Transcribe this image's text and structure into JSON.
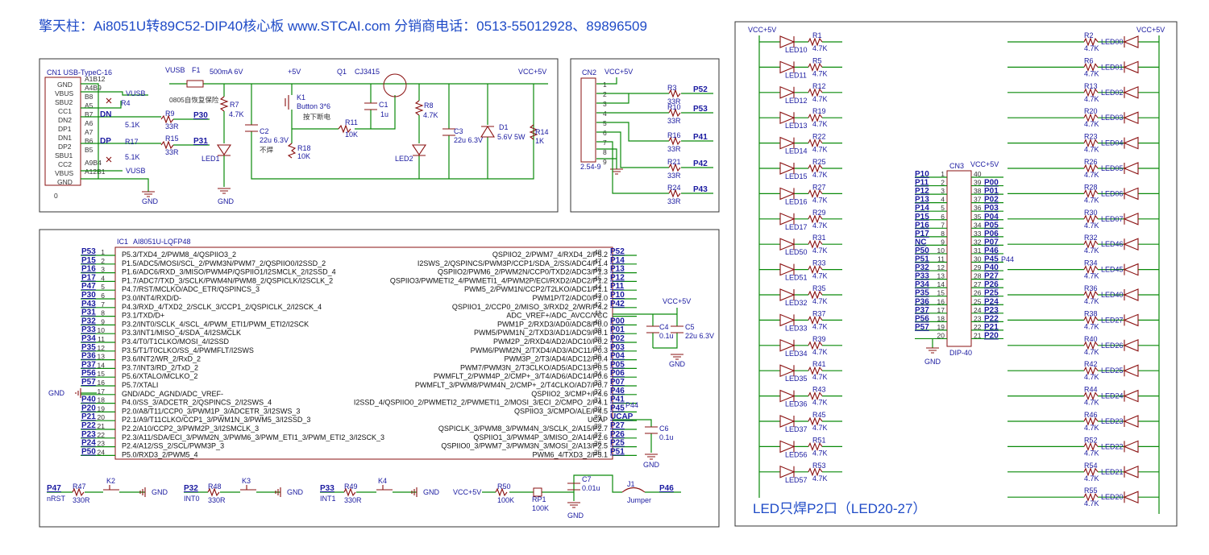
{
  "title": "擎天柱：Ai8051U转89C52-DIP40核心板 www.STCAI.com 分销商电话：0513-55012928、89896509",
  "usb_block": {
    "connector_label": "CN1 USB-TypeC-16",
    "pin_names": [
      "GND",
      "VBUS",
      "SBU2",
      "CC1",
      "DN2",
      "DP1",
      "DN1",
      "DP2",
      "SBU1",
      "CC2",
      "VBUS",
      "GND"
    ],
    "pin_ids": [
      "A1B12",
      "A4B9",
      "B8",
      "A5",
      "B7",
      "A6",
      "A7",
      "B6",
      "B5",
      "A9B4",
      "A12B1"
    ],
    "shell": "0",
    "vusb_a": "VUSB",
    "vusb_b": "VUSB",
    "vusb_top": "VUSB",
    "dn": "DN",
    "dp": "DP",
    "r4": "R4",
    "r4_val": "5.1K",
    "r17": "R17",
    "r17_val": "5.1K",
    "r9": "R9",
    "r9_val": "33R",
    "r15": "R15",
    "r15_val": "33R",
    "p30": "P30",
    "p31": "P31",
    "f1": "F1",
    "f1_val": "500mA 6V",
    "f1_note": "0805自恢复保险",
    "r7": "R7",
    "r7_val": "4.7K",
    "led1": "LED1",
    "c2": "C2",
    "c2_val": "22u 6.3V",
    "c2_note": "不焊",
    "plus5v": "+5V",
    "k1": "K1",
    "k1_val": "Button 3*6",
    "k1_note": "按下断电",
    "r18": "R18",
    "r18_val": "10K",
    "r11": "R11",
    "r11_val": "10K",
    "q1": "Q1",
    "q1_val": "CJ3415",
    "c1": "C1",
    "c1_val": "1u",
    "r8": "R8",
    "r8_val": "4.7K",
    "led2": "LED2",
    "c3": "C3",
    "c3_val": "22u 6.3V",
    "d1": "D1",
    "d1_val": "5.6V 5W",
    "r14": "R14",
    "r14_val": "1K",
    "vcc5v": "VCC+5V",
    "gnd1": "GND",
    "gnd2": "GND"
  },
  "cn2_block": {
    "label": "CN2",
    "vcc": "VCC+5V",
    "pins": [
      "1",
      "2",
      "3",
      "4",
      "5",
      "6",
      "7",
      "8",
      "9"
    ],
    "footprint": "2.54-9",
    "resistors": [
      {
        "ref": "R3",
        "val": "33R",
        "net": "P52"
      },
      {
        "ref": "R10",
        "val": "33R",
        "net": "P53"
      },
      {
        "ref": "R16",
        "val": "33R",
        "net": "P41"
      },
      {
        "ref": "R21",
        "val": "33R",
        "net": "P42"
      },
      {
        "ref": "R24",
        "val": "33R",
        "net": "P43"
      }
    ]
  },
  "mcu_block": {
    "label": "IC1",
    "part": "AI8051U-LQFP48",
    "left_pins": [
      {
        "net": "P53",
        "num": "1",
        "fn": "P5.3/TXD4_2/PWM8_4/QSPIIO3_2"
      },
      {
        "net": "P15",
        "num": "2",
        "fn": "P1.5/ADC5/MOSI/SCL_2/PWM3N/PWM7_2/QSPIIO0/I2SSD_2"
      },
      {
        "net": "P16",
        "num": "3",
        "fn": "P1.6/ADC6/RXD_3/MISO/PWM4P/QSPIIO1/I2SMCLK_2/I2SSD_4"
      },
      {
        "net": "P17",
        "num": "4",
        "fn": "P1.7/ADC7/TXD_3/SCLK/PWM4N/PWM8_2/QSPICLK/I2SCLK_2"
      },
      {
        "net": "P47",
        "num": "5",
        "fn": "P4.7/RST/MCLKO/ADC_ETR/QSPINCS_3"
      },
      {
        "net": "P30",
        "num": "6",
        "fn": "P3.0/INT4/RXD/D-"
      },
      {
        "net": "P43",
        "num": "7",
        "fn": "P4.3/RXD_4/TXD2_2/SCLK_3/CCP1_2/QSPICLK_2/I2SCK_4"
      },
      {
        "net": "P31",
        "num": "8",
        "fn": "P3.1/TXD/D+"
      },
      {
        "net": "P32",
        "num": "9",
        "fn": "P3.2/INT0/SCLK_4/SCL_4/PWM_ETI1/PWM_ETI2/I2SCK"
      },
      {
        "net": "P33",
        "num": "10",
        "fn": "P3.3/INT1/MISO_4/SDA_4/I2SMCLK"
      },
      {
        "net": "P34",
        "num": "11",
        "fn": "P3.4/T0/T1CLKO/MOSI_4/I2SSD"
      },
      {
        "net": "P35",
        "num": "12",
        "fn": "P3.5/T1/T0CLKO/SS_4/PWMFLT/I2SWS"
      },
      {
        "net": "P36",
        "num": "13",
        "fn": "P3.6/INT2/WR_2/RxD_2"
      },
      {
        "net": "P37",
        "num": "14",
        "fn": "P3.7/INT3/RD_2/TxD_2"
      },
      {
        "net": "P56",
        "num": "15",
        "fn": "P5.6/XTALO/MCLKO_2"
      },
      {
        "net": "P57",
        "num": "16",
        "fn": "P5.7/XTALI"
      },
      {
        "net": "",
        "num": "17",
        "fn": "GND/ADC_AGND/ADC_VREF-"
      },
      {
        "net": "P40",
        "num": "18",
        "fn": "P4.0/SS_3/ADCETR_2/QSPINCS_2/I2SWS_4"
      },
      {
        "net": "P20",
        "num": "19",
        "fn": "P2.0/A8/T11/CCP0_3/PWM1P_3/ADCETR_3/I2SWS_3"
      },
      {
        "net": "P21",
        "num": "20",
        "fn": "P2.1/A9/T11CLKO/CCP1_3/PWM1N_3/PWM5_3/I2SSD_3"
      },
      {
        "net": "P22",
        "num": "21",
        "fn": "P2.2/A10/CCP2_3/PWM2P_3/I2SMCLK_3"
      },
      {
        "net": "P23",
        "num": "22",
        "fn": "P2.3/A11/SDA/ECI_3/PWM2N_3/PWM6_3/PWM_ETI1_3/PWM_ETI2_3/I2SCK_3"
      },
      {
        "net": "P24",
        "num": "23",
        "fn": "P2.4/A12/SS_2/SCL/PWM3P_3"
      },
      {
        "net": "P50",
        "num": "24",
        "fn": "P5.0/RXD3_2/PWM5_4"
      }
    ],
    "right_pins": [
      {
        "net": "P52",
        "num": "48",
        "fn": "QSPIIO2_2/PWM7_4/RXD4_2/P5.2"
      },
      {
        "net": "P14",
        "num": "47",
        "fn": "I2SWS_2/QSPINCS/PWM3P/CCP1/SDA_2/SS/ADC4/P1.4"
      },
      {
        "net": "P13",
        "num": "46",
        "fn": "QSPIIO2/PWM6_2/PWM2N/CCP0/TXD2/ADC3/P1.3"
      },
      {
        "net": "P12",
        "num": "45",
        "fn": "QSPIIO3/PWMETI2_4/PWMETI1_4/PWM2P/ECI/RXD2/ADC2/P1.2"
      },
      {
        "net": "P11",
        "num": "44",
        "fn": "PWM5_2/PWM1N/CCP2/T2LKO/ADC1/P1.1"
      },
      {
        "net": "P10",
        "num": "43",
        "fn": "PWM1P/T2/ADC0/P1.0"
      },
      {
        "net": "P42",
        "num": "42",
        "fn": "QSPIIO1_2/CCP0_2/MISO_3/RXD2_2/WR/P4.2"
      },
      {
        "net": "",
        "num": "41",
        "fn": "ADC_VREF+/ADC_AVCC/VCC"
      },
      {
        "net": "P00",
        "num": "40",
        "fn": "PWM1P_2/RXD3/AD0/ADC8/P0.0"
      },
      {
        "net": "P01",
        "num": "39",
        "fn": "PWM5/PWM1N_2/TXD3/AD1/ADC9/P0.1"
      },
      {
        "net": "P02",
        "num": "38",
        "fn": "PWM2P_2/RXD4/AD2/ADC10/P0.2"
      },
      {
        "net": "P03",
        "num": "37",
        "fn": "PWM6/PWM2N_2/TXD4/AD3/ADC11/P0.3"
      },
      {
        "net": "P04",
        "num": "36",
        "fn": "PWM3P_2/T3/AD4/ADC12/P0.4"
      },
      {
        "net": "P05",
        "num": "35",
        "fn": "PWM7/PWM3N_2/T3CLKO/AD5/ADC13/P0.5"
      },
      {
        "net": "P06",
        "num": "34",
        "fn": "PWMFLT_2/PWM4P_2/CMP+_3/T4/AD6/ADC14/P0.6"
      },
      {
        "net": "P07",
        "num": "33",
        "fn": "PWMFLT_3/PWM8/PWM4N_2/CMP+_2/T4CLKO/AD7/P0.7"
      },
      {
        "net": "P46",
        "num": "32",
        "fn": "QSPIIO2_3/CMP+/P4.6"
      },
      {
        "net": "P41",
        "num": "31",
        "fn": "I2SSD_4/QSPIIO0_2/PWMETI2_2/PWMETI1_2/MOSI_3/ECI_2/CMPO_2/P4.1"
      },
      {
        "net": "P45",
        "num": "30",
        "fn": "QSPIIO3_3/CMPO/ALE/P4.5"
      },
      {
        "net": "UCAP",
        "num": "29",
        "fn": "UCAP"
      },
      {
        "net": "P27",
        "num": "28",
        "fn": "QSPICLK_3/PWM8_3/PWM4N_3/SCLK_2/A15/P2.7"
      },
      {
        "net": "P26",
        "num": "27",
        "fn": "QSPIIO1_3/PWM4P_3/MISO_2/A14/P2.6"
      },
      {
        "net": "P25",
        "num": "26",
        "fn": "QSPIIO0_3/PWM7_3/PWM3N_3/MOSI_2/A13/P2.5"
      },
      {
        "net": "P51",
        "num": "25",
        "fn": "PWM6_4/TXD3_2/P5.1"
      }
    ],
    "p44": "P44",
    "gnd_pin": "GND",
    "vcc": "VCC+5V",
    "c4": "C4",
    "c4_val": "0.1u",
    "c5": "C5",
    "c5_val": "22u 6.3V",
    "c6": "C6",
    "c6_val": "0.1u",
    "gnd_a": "GND",
    "gnd_b": "GND"
  },
  "bottom_block": {
    "buttons": [
      {
        "net": "P47",
        "note": "nRST",
        "res": "R47",
        "val": "330R",
        "key": "K2",
        "gnd": "GND"
      },
      {
        "net": "P32",
        "note": "INT0",
        "res": "R48",
        "val": "330R",
        "key": "K3",
        "gnd": "GND"
      },
      {
        "net": "P33",
        "note": "INT1",
        "res": "R49",
        "val": "330R",
        "key": "K4",
        "gnd": "GND"
      }
    ],
    "vcc": "VCC+5V",
    "r50": "R50",
    "r50_val": "100K",
    "rp1": "RP1",
    "rp1_val": "100K",
    "c7": "C7",
    "c7_val": "0.01u",
    "gnd": "GND",
    "j1": "J1",
    "j1_val": "Jumper",
    "p46": "P46"
  },
  "dip_block": {
    "left_vcc": "VCC+5V",
    "right_vcc": "VCC+5V",
    "cn3": "CN3",
    "cn3_vcc": "VCC+5V",
    "cn3_part": "DIP-40",
    "gnd": "GND",
    "p44": "P44",
    "note": "LED只焊P2口（LED20-27）",
    "left_leds": [
      {
        "res": "R1",
        "val": "4.7K",
        "led": "LED10"
      },
      {
        "res": "R5",
        "val": "4.7K",
        "led": "LED11"
      },
      {
        "res": "R12",
        "val": "4.7K",
        "led": "LED12"
      },
      {
        "res": "R19",
        "val": "4.7K",
        "led": "LED13"
      },
      {
        "res": "R22",
        "val": "4.7K",
        "led": "LED14"
      },
      {
        "res": "R25",
        "val": "4.7K",
        "led": "LED15"
      },
      {
        "res": "R27",
        "val": "4.7K",
        "led": "LED16"
      },
      {
        "res": "R29",
        "val": "4.7K",
        "led": "LED17"
      },
      {
        "res": "R31",
        "val": "4.7K",
        "led": "LED50"
      },
      {
        "res": "R33",
        "val": "4.7K",
        "led": "LED51"
      },
      {
        "res": "R35",
        "val": "4.7K",
        "led": "LED32"
      },
      {
        "res": "R37",
        "val": "4.7K",
        "led": "LED33"
      },
      {
        "res": "R39",
        "val": "4.7K",
        "led": "LED34"
      },
      {
        "res": "R41",
        "val": "4.7K",
        "led": "LED35"
      },
      {
        "res": "R43",
        "val": "4.7K",
        "led": "LED36"
      },
      {
        "res": "R45",
        "val": "4.7K",
        "led": "LED37"
      },
      {
        "res": "R51",
        "val": "4.7K",
        "led": "LED56"
      },
      {
        "res": "R53",
        "val": "4.7K",
        "led": "LED57"
      }
    ],
    "right_leds": [
      {
        "res": "R2",
        "val": "4.7K",
        "led": "LED00"
      },
      {
        "res": "R6",
        "val": "4.7K",
        "led": "LED01"
      },
      {
        "res": "R13",
        "val": "4.7K",
        "led": "LED02"
      },
      {
        "res": "R20",
        "val": "4.7K",
        "led": "LED03"
      },
      {
        "res": "R23",
        "val": "4.7K",
        "led": "LED04"
      },
      {
        "res": "R26",
        "val": "4.7K",
        "led": "LED05"
      },
      {
        "res": "R28",
        "val": "4.7K",
        "led": "LED06"
      },
      {
        "res": "R30",
        "val": "4.7K",
        "led": "LED07"
      },
      {
        "res": "R32",
        "val": "4.7K",
        "led": "LED46"
      },
      {
        "res": "R34",
        "val": "4.7K",
        "led": "LED45"
      },
      {
        "res": "R36",
        "val": "4.7K",
        "led": "LED40"
      },
      {
        "res": "R38",
        "val": "4.7K",
        "led": "LED27"
      },
      {
        "res": "R40",
        "val": "4.7K",
        "led": "LED26"
      },
      {
        "res": "R42",
        "val": "4.7K",
        "led": "LED25"
      },
      {
        "res": "R44",
        "val": "4.7K",
        "led": "LED24"
      },
      {
        "res": "R46",
        "val": "4.7K",
        "led": "LED23"
      },
      {
        "res": "R52",
        "val": "4.7K",
        "led": "LED22"
      },
      {
        "res": "R54",
        "val": "4.7K",
        "led": "LED21"
      },
      {
        "res": "R55",
        "val": "4.7K",
        "led": "LED20"
      }
    ],
    "dip_left": [
      {
        "net": "P10",
        "num": "1"
      },
      {
        "net": "P11",
        "num": "2"
      },
      {
        "net": "P12",
        "num": "3"
      },
      {
        "net": "P13",
        "num": "4"
      },
      {
        "net": "P14",
        "num": "5"
      },
      {
        "net": "P15",
        "num": "6"
      },
      {
        "net": "P16",
        "num": "7"
      },
      {
        "net": "P17",
        "num": "8"
      },
      {
        "net": "NC",
        "num": "9"
      },
      {
        "net": "P50",
        "num": "10"
      },
      {
        "net": "P51",
        "num": "11"
      },
      {
        "net": "P32",
        "num": "12"
      },
      {
        "net": "P33",
        "num": "13"
      },
      {
        "net": "P34",
        "num": "14"
      },
      {
        "net": "P35",
        "num": "15"
      },
      {
        "net": "P36",
        "num": "16"
      },
      {
        "net": "P37",
        "num": "17"
      },
      {
        "net": "P56",
        "num": "18"
      },
      {
        "net": "P57",
        "num": "19"
      },
      {
        "net": "",
        "num": "20"
      }
    ],
    "dip_right": [
      {
        "net": "",
        "num": "40"
      },
      {
        "net": "P00",
        "num": "39"
      },
      {
        "net": "P01",
        "num": "38"
      },
      {
        "net": "P02",
        "num": "37"
      },
      {
        "net": "P03",
        "num": "36"
      },
      {
        "net": "P04",
        "num": "35"
      },
      {
        "net": "P05",
        "num": "34"
      },
      {
        "net": "P06",
        "num": "33"
      },
      {
        "net": "P07",
        "num": "32"
      },
      {
        "net": "P46",
        "num": "31"
      },
      {
        "net": "P45",
        "num": "30"
      },
      {
        "net": "P40",
        "num": "29"
      },
      {
        "net": "P27",
        "num": "28"
      },
      {
        "net": "P26",
        "num": "27"
      },
      {
        "net": "P25",
        "num": "26"
      },
      {
        "net": "P24",
        "num": "25"
      },
      {
        "net": "P23",
        "num": "24"
      },
      {
        "net": "P22",
        "num": "23"
      },
      {
        "net": "P21",
        "num": "22"
      },
      {
        "net": "P20",
        "num": "21"
      }
    ]
  }
}
